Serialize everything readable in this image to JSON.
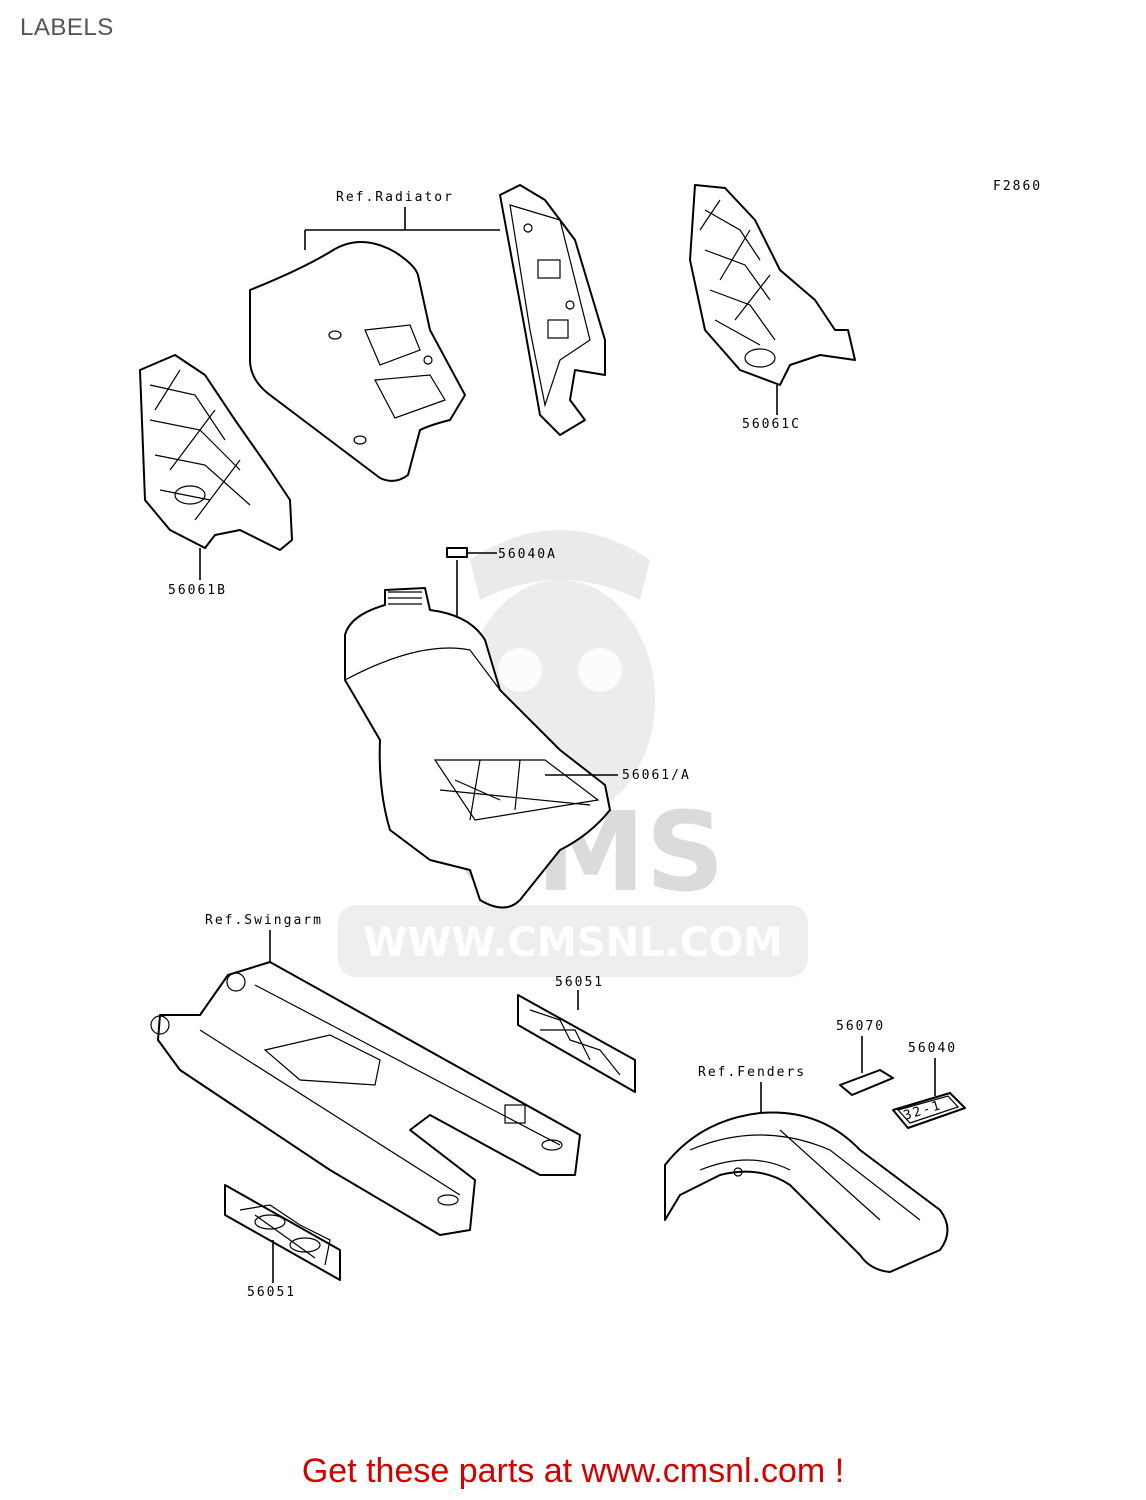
{
  "page": {
    "title": "LABELS",
    "figure_code": "F2860",
    "call_to_action": "Get these parts at www.cmsnl.com !"
  },
  "watermark": {
    "brand": "CMS",
    "url": "WWW.CMSNL.COM"
  },
  "references": {
    "radiator": "Ref.Radiator",
    "swingarm": "Ref.Swingarm",
    "fenders": "Ref.Fenders"
  },
  "callouts": {
    "shroud_left": "56061B",
    "shroud_right": "56061C",
    "tank_small_label": "56040A",
    "tank_decal": "56061/A",
    "swingarm_decal_upper": "56051",
    "swingarm_decal_lower": "56051",
    "fender_label_small": "56070",
    "fender_label": "56040"
  },
  "label_plate_text": "32-1"
}
